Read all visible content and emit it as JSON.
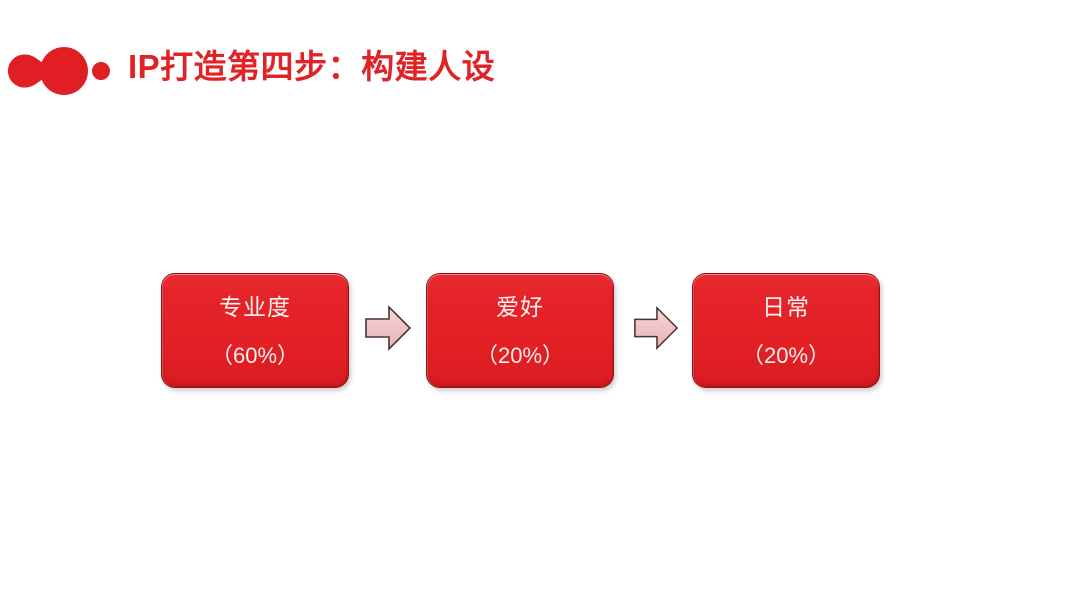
{
  "header": {
    "icon_name": "red-blob-bullet-icon",
    "title": "IP打造第四步：构建人设",
    "title_color": "#e02326"
  },
  "flow": {
    "steps": [
      {
        "label": "专业度",
        "value": "（60%）",
        "percent": 60
      },
      {
        "label": "爱好",
        "value": "（20%）",
        "percent": 20
      },
      {
        "label": "日常",
        "value": "（20%）",
        "percent": 20
      }
    ],
    "connectors": [
      {
        "icon_name": "arrow-right-icon"
      },
      {
        "icon_name": "arrow-right-icon"
      }
    ],
    "card_color": "#e52429",
    "card_text_color": "#fdf1f1",
    "arrow_fill": "#f0c4c6",
    "arrow_stroke": "#4a3334"
  },
  "background_color": "#ffffff"
}
